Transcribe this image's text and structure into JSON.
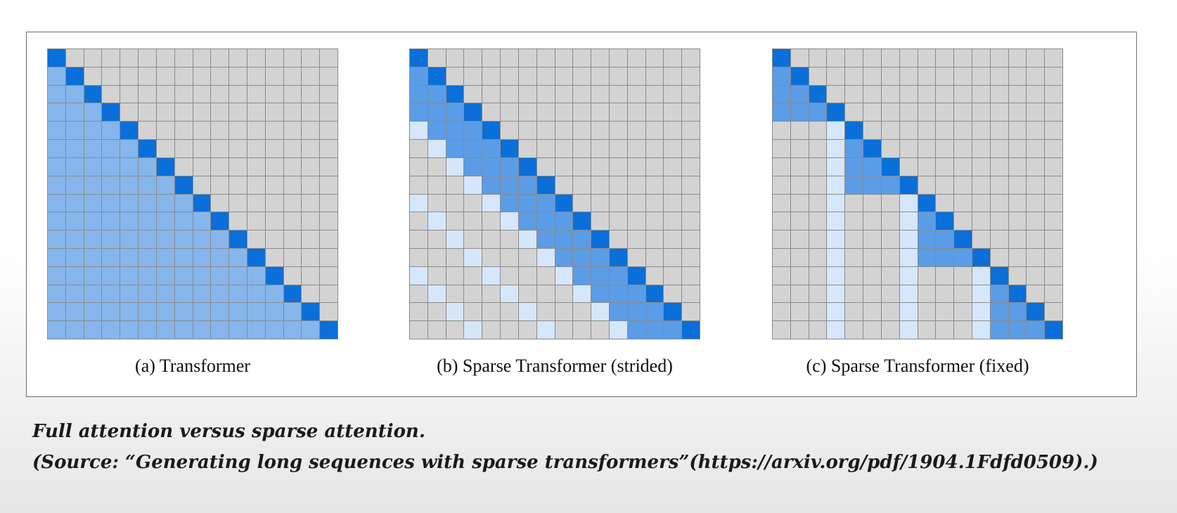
{
  "panels": [
    {
      "id": "a",
      "caption": "(a)  Transformer",
      "pattern": "full"
    },
    {
      "id": "b",
      "caption": "(b)  Sparse Transformer (strided)",
      "pattern": "strided"
    },
    {
      "id": "c",
      "caption": "(c)  Sparse Transformer (fixed)",
      "pattern": "fixed"
    }
  ],
  "grid_size": 16,
  "stride": 4,
  "colors": {
    "diagonal": "#0a6fd8",
    "full_attention": "#86b6ec",
    "sparse_attention": "#5b9ce6",
    "secondary_attention": "#d6e7fb",
    "empty": "#d3d3d3"
  },
  "caption": {
    "line1": "Full attention versus sparse attention.",
    "line2": "(Source: “Generating long sequences with sparse transformers”(https://arxiv.org/pdf/1904.1Fdfd0509).)"
  }
}
